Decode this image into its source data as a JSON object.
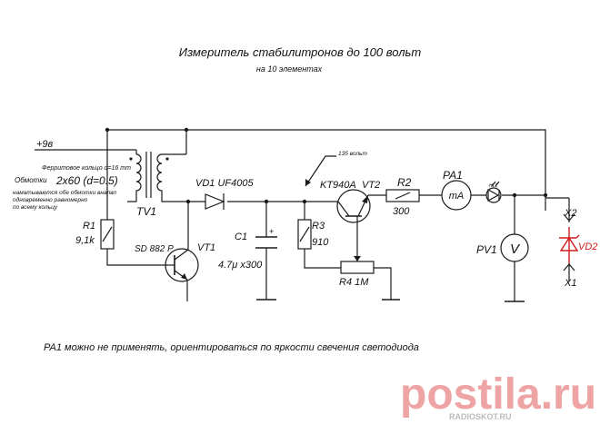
{
  "title": "Измеритель стабилитронов до 100 вольт",
  "subtitle": "на 10 элементах",
  "supply": "+9в",
  "core_note": "Ферритовое кольцо d=16 mm",
  "windings_label": "Обмотки",
  "windings_value": "2х60 (d=0.5)",
  "winding_note_1": "наматываются обе обмотки вналвл",
  "winding_note_2": "одновременно равномерно",
  "winding_note_3": "по всему кольцу",
  "tv1": "TV1",
  "vd1": "VD1 UF4005",
  "r1": "R1",
  "r1_val": "9,1k",
  "vt1_type": "SD 882 P",
  "vt1": "VT1",
  "c1": "C1",
  "c1_val": "4.7μ x300",
  "voltage_note": "135 вольт",
  "vt2_type": "KT940A",
  "vt2": "VT2",
  "r3": "R3",
  "r3_val": "910",
  "r4": "R4 1M",
  "r2": "R2",
  "r2_val": "300",
  "pa1": "PA1",
  "ma": "mA",
  "hl1": "HL1",
  "pv1": "PV1",
  "v": "V",
  "x2": "X2",
  "x1": "X1",
  "vd2": "VD2",
  "footer_note": "PA1 можно не применять, ориентироваться по яркости свечения светодиода",
  "watermark": "postila.ru",
  "watermark_small": "RADIOSKOT.RU",
  "colors": {
    "accent": "#d11a1a",
    "wire": "#1a1a1a",
    "watermark": "#e05a5a"
  }
}
